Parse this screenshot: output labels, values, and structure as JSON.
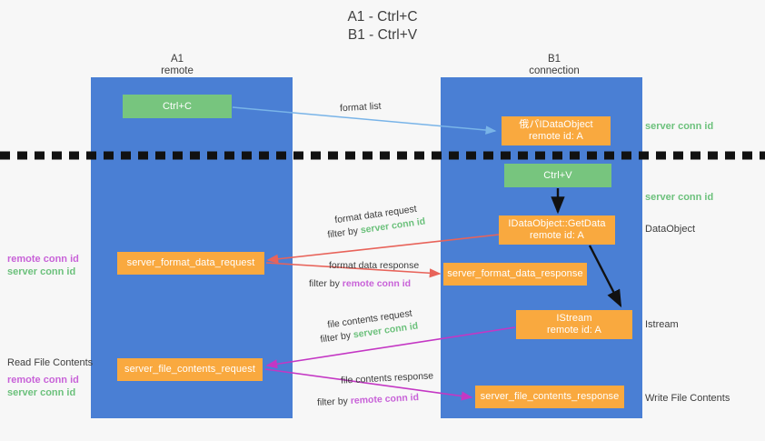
{
  "title": "A1 - Ctrl+C\nB1 - Ctrl+V",
  "columns": {
    "left": {
      "name": "A1",
      "role": "remote"
    },
    "right": {
      "name": "B1",
      "role": "connection"
    }
  },
  "colors": {
    "lane": "#4a7fd4",
    "green_box": "#77c57e",
    "orange_box": "#f9a93f",
    "server_conn": "#6cc17c",
    "remote_conn": "#c862d8",
    "arrow_blue": "#79b4e8",
    "arrow_red": "#e8635a",
    "arrow_magenta": "#c437c4",
    "arrow_black": "#1a1a1a",
    "background": "#f7f7f7"
  },
  "boxes": {
    "ctrl_c": "Ctrl+C",
    "idataobject": {
      "line1": "俄パIDataObject",
      "line2": "remote id: A"
    },
    "ctrl_v": "Ctrl+V",
    "getdata": {
      "line1": "IDataObject::GetData",
      "line2": "remote id: A"
    },
    "istream": {
      "line1": "IStream",
      "line2": "remote id: A"
    },
    "server_format_data_request": "server_format_data_request",
    "server_format_data_response": "server_format_data_response",
    "server_file_contents_request": "server_file_contents_request",
    "server_file_contents_response": "server_file_contents_response"
  },
  "arrows": {
    "format_list": {
      "label": "format list"
    },
    "format_data_request": {
      "label": "format data request",
      "filter_prefix": "filter by ",
      "filter_value": "server conn id"
    },
    "format_data_response": {
      "label": "format data response",
      "filter_prefix": "filter by ",
      "filter_value": "remote conn id"
    },
    "file_contents_request": {
      "label": "file contents request",
      "filter_prefix": "filter by ",
      "filter_value": "server conn id"
    },
    "file_contents_response": {
      "label": "file contents response",
      "filter_prefix": "filter by ",
      "filter_value": "remote conn id"
    }
  },
  "right_labels": {
    "server_conn_id_top": "server conn id",
    "server_conn_id_mid": "server conn id",
    "dataobject": "DataObject",
    "istream": "Istream",
    "write_file_contents": "Write File Contents"
  },
  "left_labels": {
    "remote_conn_id_1": "remote conn id",
    "server_conn_id_1": "server conn id",
    "read_file_contents": "Read File Contents",
    "remote_conn_id_2": "remote conn id",
    "server_conn_id_2": "server conn id"
  }
}
